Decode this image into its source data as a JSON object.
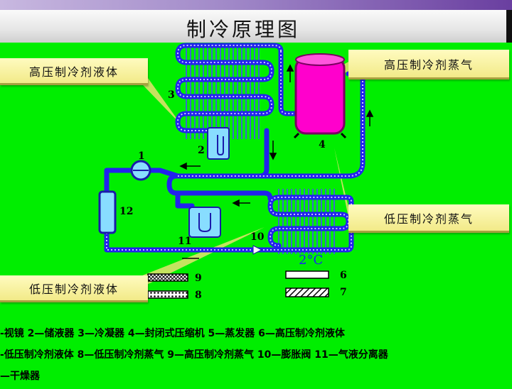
{
  "title": "制冷原理图",
  "callouts": {
    "high_liquid": "高压制冷剂液体",
    "high_vapor": "高压制冷剂蒸气",
    "low_vapor": "低压制冷剂蒸气",
    "low_liquid": "低压制冷剂液体"
  },
  "diagram": {
    "numbers": [
      "1",
      "2",
      "3",
      "4",
      "6",
      "7",
      "8",
      "9",
      "10",
      "11",
      "12"
    ],
    "temp_label": "2°C",
    "colors": {
      "pipe": "#3a3aff",
      "compressor": "#ff00cc",
      "background": "#00ee00",
      "highlight": "#ffff80"
    }
  },
  "legend": {
    "line1": "-视镜  2—储液器  3—冷凝器  4—封闭式压缩机  5—蒸发器  6—高压制冷剂液体",
    "line2": "-低压制冷剂液体  8—低压制冷剂蒸气  9—高压制冷剂蒸气  10—膨胀阀  11—气液分离器",
    "line3": "—干燥器"
  }
}
